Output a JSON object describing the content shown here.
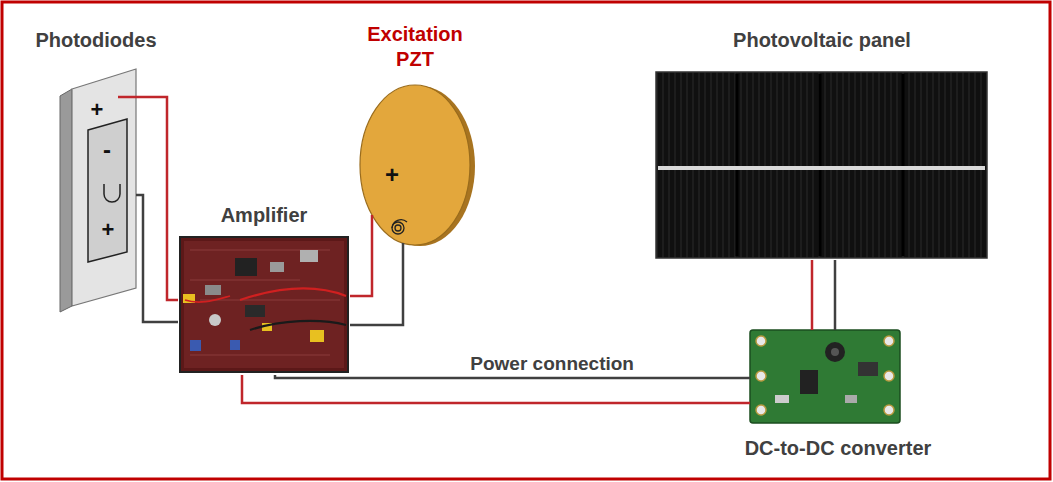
{
  "diagram": {
    "nodes": [
      {
        "text": [
          "Photodiodes"
        ]
      },
      {
        "text": [
          "Excitation PZT"
        ]
      },
      {
        "text": [
          "Photovoltaic panel"
        ]
      },
      {
        "text": [
          "Amplifier"
        ]
      },
      {
        "text": [
          "DC-to-DC converter"
        ]
      }
    ],
    "edges": [
      {
        "from": 0,
        "to": 3,
        "arrow": "none"
      },
      {
        "from": 0,
        "to": 3,
        "arrow": "none"
      },
      {
        "from": 3,
        "to": 1,
        "arrow": "none"
      },
      {
        "from": 3,
        "to": 1,
        "arrow": "none"
      },
      {
        "from": 2,
        "to": 4,
        "arrow": "none"
      },
      {
        "from": 2,
        "to": 4,
        "arrow": "none"
      },
      {
        "from": 4,
        "to": 3,
        "label": "Power connection",
        "arrow": "none"
      },
      {
        "from": 4,
        "to": 3,
        "arrow": "none"
      }
    ],
    "labels": [
      "+",
      "-",
      "+",
      "+"
    ]
  }
}
